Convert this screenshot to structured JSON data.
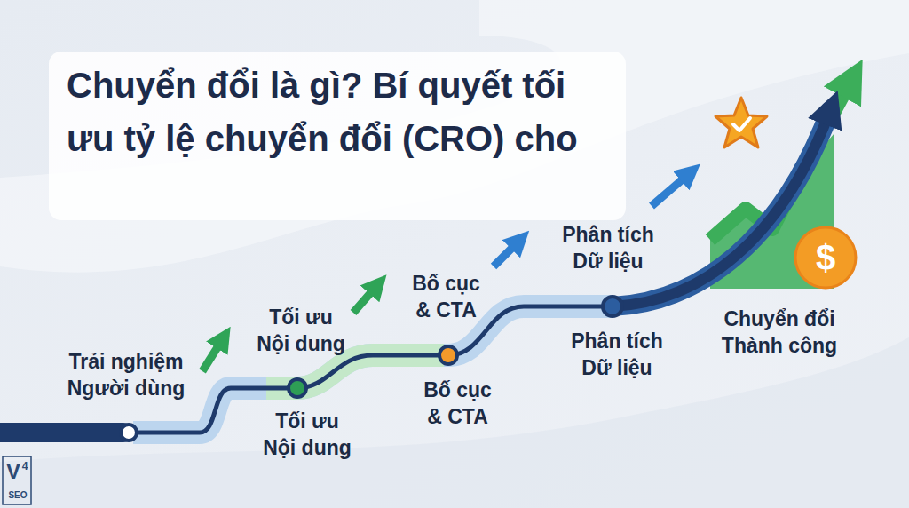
{
  "diagram": {
    "title": "Chuyển đổi là gì? Bí quyết tối ưu tỷ lệ chuyển đổi (CRO) cho",
    "labels": [
      "Trải nghiệm Người dùng",
      "Tối ưu Nội dung",
      "Tối ưu Nội dung",
      "Bố cục & CTA",
      "Bố cục & CTA",
      "Phân tích Dữ liệu",
      "Phân tích Dữ liệu",
      "Chuyển đổi Thành công",
      "V",
      "4",
      "SEO",
      "$"
    ]
  }
}
